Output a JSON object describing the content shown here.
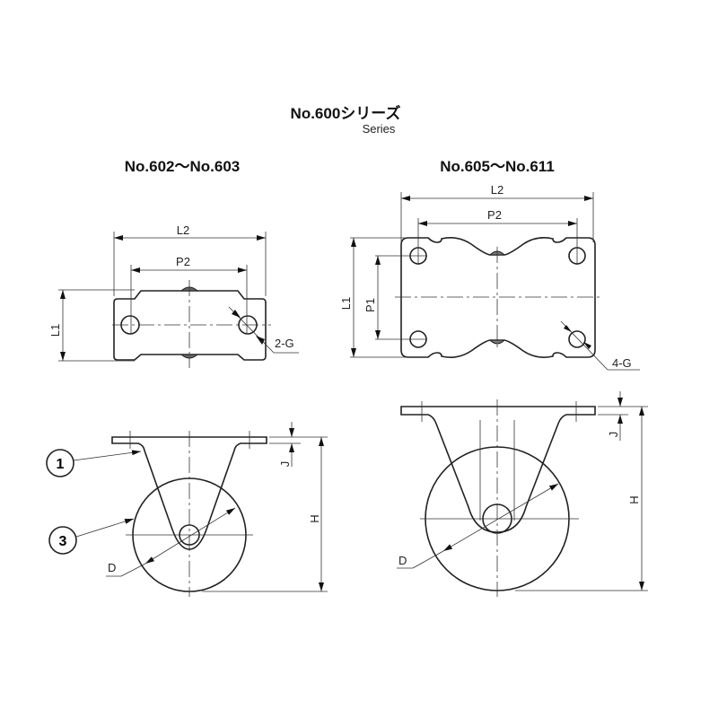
{
  "title": "No.600シリーズ",
  "subtitle": "Series",
  "left_drawing": {
    "heading": "No.602～No.603",
    "dims": {
      "L2": "L2",
      "P2": "P2",
      "L1": "L1",
      "G": "2-G",
      "J": "J",
      "H": "H",
      "D": "D"
    },
    "callouts": [
      "1",
      "3"
    ]
  },
  "right_drawing": {
    "heading": "No.605～No.611",
    "dims": {
      "L2": "L2",
      "P2": "P2",
      "L1": "L1",
      "P1": "P1",
      "G": "4-G",
      "J": "J",
      "H": "H",
      "D": "D"
    }
  }
}
